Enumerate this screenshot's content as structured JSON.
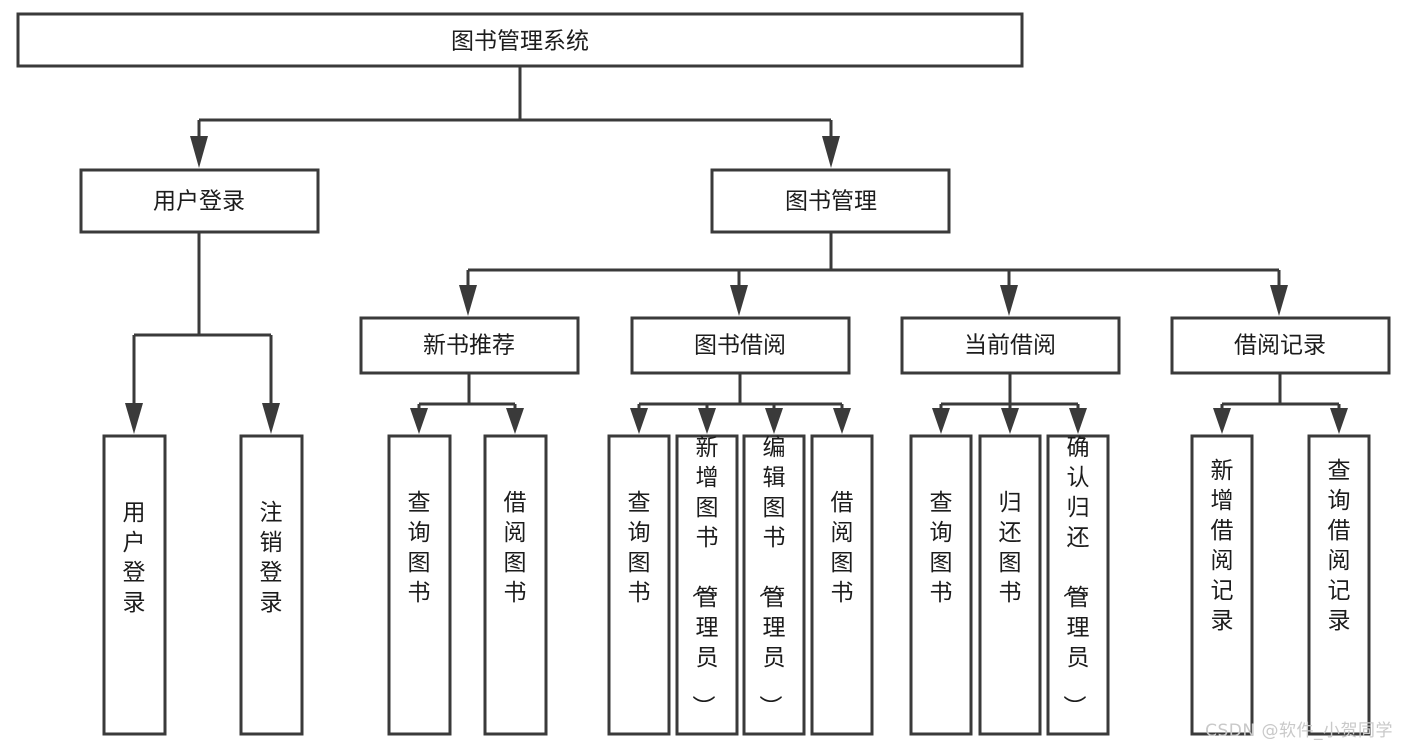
{
  "diagram": {
    "title": "图书管理系统",
    "type": "function-tree",
    "watermark": "CSDN @软件_小贺同学",
    "colors": {
      "box_stroke": "#3a3a3a",
      "box_fill": "#ffffff",
      "text": "#1c1c1c",
      "watermark": "#c9c9c9",
      "background": "#ffffff"
    },
    "levels": {
      "root": {
        "label": "图书管理系统"
      },
      "level2": [
        {
          "label": "用户登录"
        },
        {
          "label": "图书管理"
        }
      ],
      "level3": [
        {
          "label": "新书推荐"
        },
        {
          "label": "图书借阅"
        },
        {
          "label": "当前借阅"
        },
        {
          "label": "借阅记录"
        }
      ],
      "leaves": {
        "user_login": [
          {
            "label": "用户登录"
          },
          {
            "label": "注销登录"
          }
        ],
        "new_book_recommend": [
          {
            "label": "查询图书"
          },
          {
            "label": "借阅图书"
          }
        ],
        "book_borrow": [
          {
            "label": "查询图书"
          },
          {
            "label": "新增图书（管理员）"
          },
          {
            "label": "编辑图书（管理员）"
          },
          {
            "label": "借阅图书"
          }
        ],
        "current_borrow": [
          {
            "label": "查询图书"
          },
          {
            "label": "归还图书"
          },
          {
            "label": "确认归还（管理员）"
          }
        ],
        "borrow_record": [
          {
            "label": "新增借阅记录"
          },
          {
            "label": "查询借阅记录"
          }
        ]
      }
    }
  }
}
